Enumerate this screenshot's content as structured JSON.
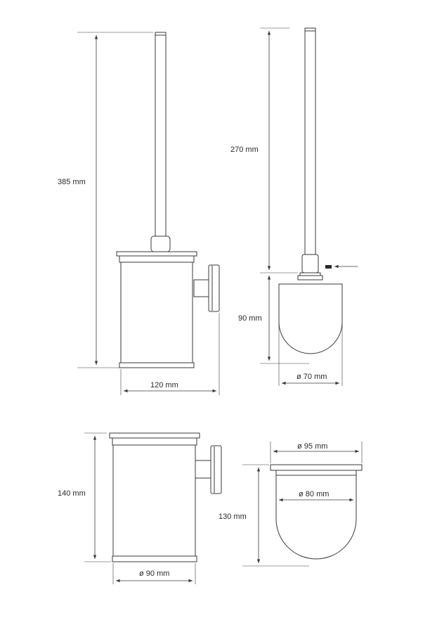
{
  "dimensions": {
    "brush_total_height": "385 mm",
    "brush_handle_length": "270 mm",
    "brush_head_height": "90 mm",
    "brush_head_diameter": "ø 70 mm",
    "set_width": "120 mm",
    "holder_height": "140 mm",
    "holder_diameter": "ø 90 mm",
    "cup_top_diameter": "ø 95 mm",
    "cup_inner_diameter": "ø 80 mm",
    "cup_height": "130 mm"
  }
}
